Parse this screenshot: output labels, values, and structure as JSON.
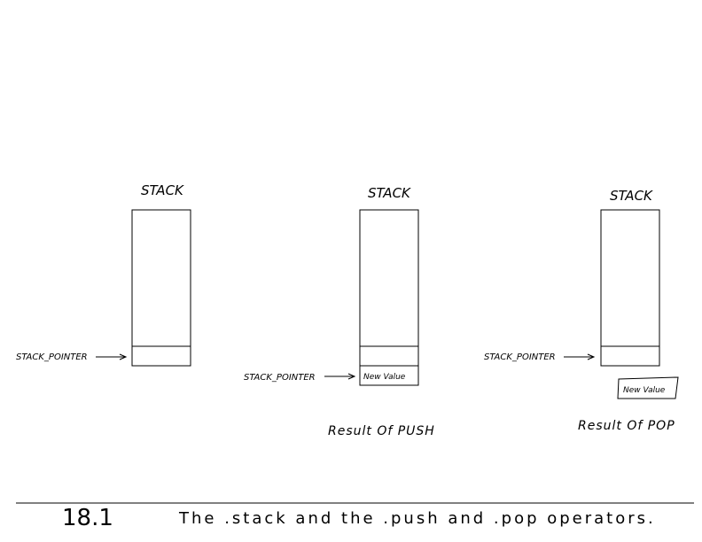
{
  "diagrams": [
    {
      "title": "STACK",
      "pointer_label": "STACK_POINTER",
      "new_value_label": "",
      "result_label": ""
    },
    {
      "title": "STACK",
      "pointer_label": "STACK_POINTER",
      "new_value_label": "New Value",
      "result_label": "Result Of PUSH"
    },
    {
      "title": "STACK",
      "pointer_label": "STACK_POINTER",
      "new_value_label": "New Value",
      "result_label": "Result Of POP"
    }
  ],
  "caption": {
    "figure_number": "18.1",
    "text": "The .stack and the .push and .pop operators."
  }
}
